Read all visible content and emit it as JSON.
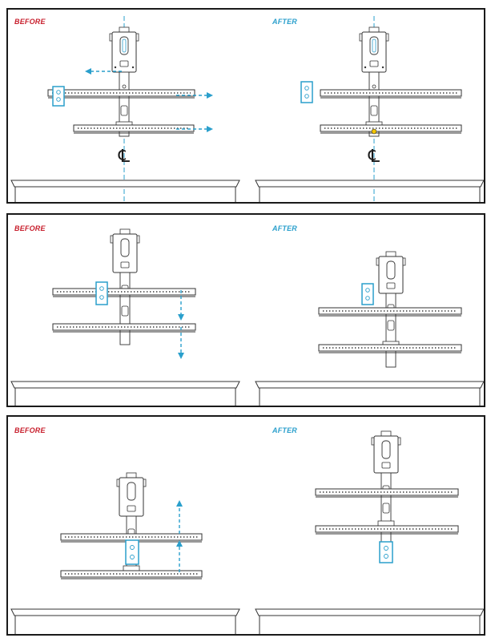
{
  "panels": [
    {
      "before_label": "BEFORE",
      "after_label": "AFTER",
      "centerline_symbol": "℄"
    },
    {
      "before_label": "BEFORE",
      "after_label": "AFTER"
    },
    {
      "before_label": "BEFORE",
      "after_label": "AFTER"
    }
  ],
  "colors": {
    "accent": "#2a9fcc",
    "before_label": "#c8202e",
    "line": "#1a1a1a",
    "highlight": "#f2c500"
  },
  "icons": [
    "mount-icon",
    "rail-icon",
    "outlet-icon",
    "arrow-icon",
    "centerline-icon",
    "tv-icon"
  ]
}
